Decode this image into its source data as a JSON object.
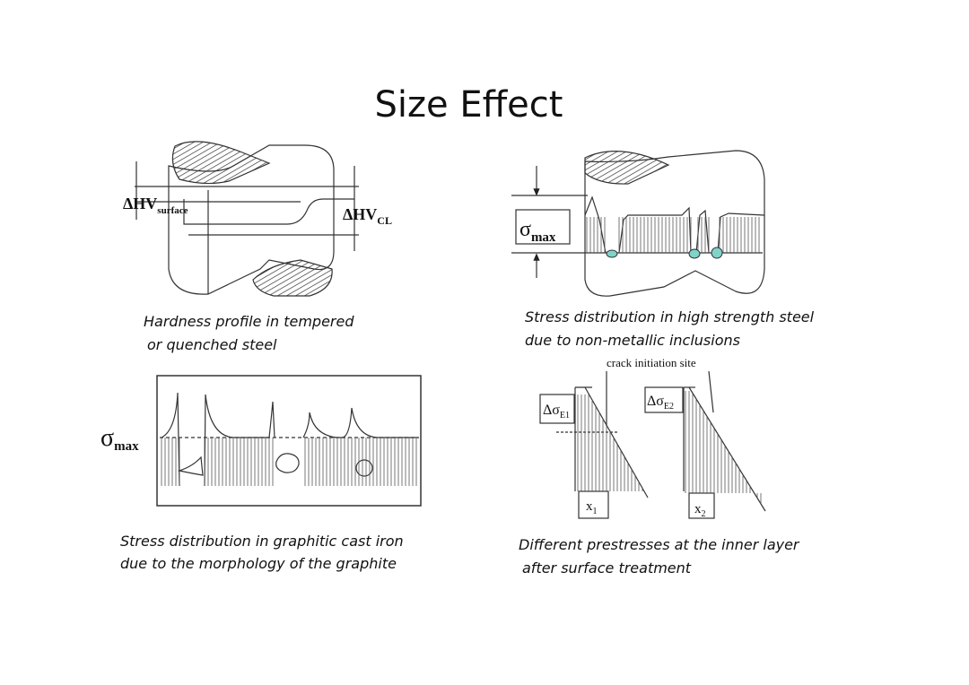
{
  "title": "Size Effect",
  "panels": {
    "hardness": {
      "label_surface_main": "ΔHV",
      "label_surface_sub": "surface",
      "label_core_main": "ΔHV",
      "label_core_sub": "CL",
      "caption_line1": "Hardness profile in tempered",
      "caption_line2": "or quenched steel"
    },
    "inclusions": {
      "sigma_main": "σ",
      "sigma_sub": "max",
      "caption_line1": "Stress distribution in high strength steel",
      "caption_line2": "due to non-metallic inclusions"
    },
    "cast_iron": {
      "sigma_main": "σ",
      "sigma_sub": "max",
      "caption_line1": "Stress distribution in graphitic cast iron",
      "caption_line2": "due to the morphology of the graphite"
    },
    "prestress": {
      "annotation": "crack initiation site",
      "label1_main": "Δσ",
      "label1_sub": "E1",
      "label2_main": "Δσ",
      "label2_sub": "E2",
      "x1_main": "x",
      "x1_sub": "1",
      "x2_main": "x",
      "x2_sub": "2",
      "caption_line1": "Different prestresses at the inner layer",
      "caption_line2": "after surface treatment"
    }
  },
  "colors": {
    "inclusion": "#7fd3c9",
    "line": "#222222",
    "hatch": "#555555"
  }
}
